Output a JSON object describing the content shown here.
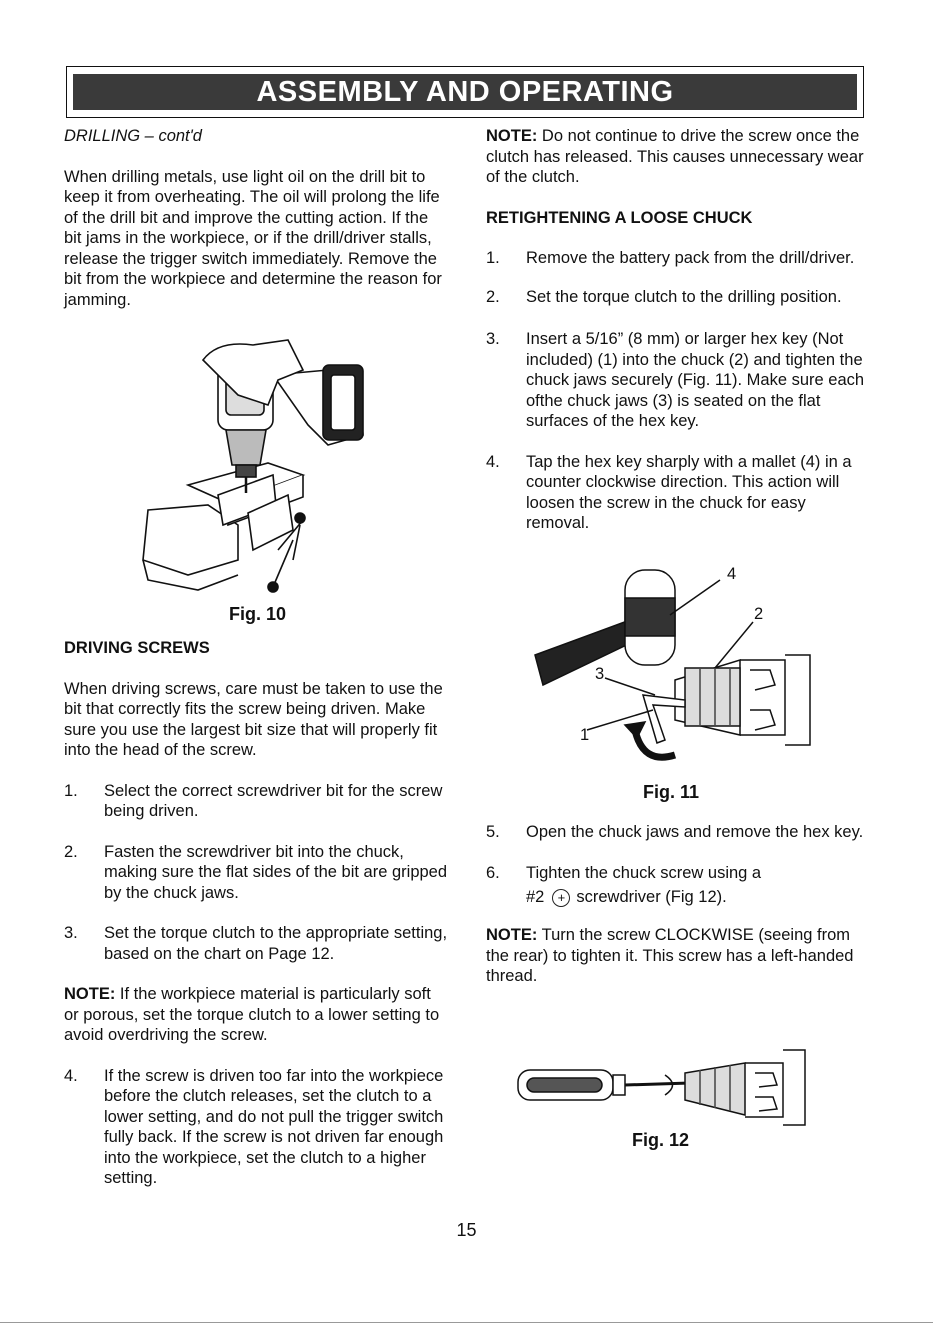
{
  "header": {
    "title": "ASSEMBLY AND OPERATING"
  },
  "left": {
    "drilling_subtitle": "DRILLING – cont'd",
    "drilling_para": "When drilling metals, use light oil on the drill bit to keep it from overheating. The oil will prolong the life of the drill bit and improve the cutting action. If the bit jams in the workpiece, or if the drill/driver stalls, release the trigger switch immediately. Remove the bit from the workpiece and determine the reason for jamming.",
    "fig10_caption": "Fig. 10",
    "driving_heading": "DRIVING SCREWS",
    "driving_para": "When driving screws, care must be taken to use the bit that correctly fits the screw being driven. Make sure you use the largest bit size that will properly fit into the head of the screw.",
    "steps": [
      {
        "num": "1.",
        "text": "Select the correct screwdriver bit for the screw being driven."
      },
      {
        "num": "2.",
        "text": "Fasten the screwdriver bit into the chuck, making sure the flat sides of the bit are gripped by the chuck jaws."
      },
      {
        "num": "3.",
        "text": "Set the torque clutch to the appropriate setting, based on the chart on Page 12."
      }
    ],
    "note_label": "NOTE:",
    "note_text": " If the workpiece material is particularly soft or porous, set the torque clutch to a lower setting to avoid overdriving the screw.",
    "step4": {
      "num": "4.",
      "text": "If the screw is driven too far into the workpiece before the clutch releases, set the clutch to a lower setting, and do not pull the trigger switch fully back. If the screw is not driven far enough into the workpiece, set the clutch to a higher setting."
    }
  },
  "right": {
    "note1_label": "NOTE:",
    "note1_text": " Do not continue to drive the screw once the clutch has released. This causes unnecessary wear of the clutch.",
    "retighten_heading": "RETIGHTENING A LOOSE CHUCK",
    "steps": [
      {
        "num": "1.",
        "text": "Remove the battery pack from the drill/driver."
      },
      {
        "num": "2.",
        "text": "Set the torque clutch to the drilling position."
      },
      {
        "num": "3.",
        "text": "Insert a 5/16” (8 mm) or larger hex key (Not included) (1) into the chuck (2) and tighten the chuck jaws securely (Fig. 11). Make sure each ofthe chuck jaws (3) is seated on the flat surfaces of the hex key."
      },
      {
        "num": "4.",
        "text": "Tap the hex key sharply with a mallet (4) in a counter clockwise direction. This action will loosen the screw in the chuck for easy removal."
      }
    ],
    "fig11_labels": {
      "l1": "1",
      "l2": "2",
      "l3": "3",
      "l4": "4"
    },
    "fig11_caption": "Fig. 11",
    "step5": {
      "num": "5.",
      "text": "Open the chuck jaws and remove the hex key."
    },
    "step6": {
      "num": "6.",
      "text_a": "Tighten the chuck screw using a",
      "text_b_pre": "#2",
      "text_b_post": "screwdriver (Fig 12)."
    },
    "note2_label": "NOTE:",
    "note2_text": " Turn the screw CLOCKWISE (seeing from the rear) to tighten it. This screw has a left-handed thread.",
    "fig12_caption": "Fig. 12"
  },
  "page_number": "15",
  "icons": {
    "phillips": "phillips-head-icon"
  }
}
